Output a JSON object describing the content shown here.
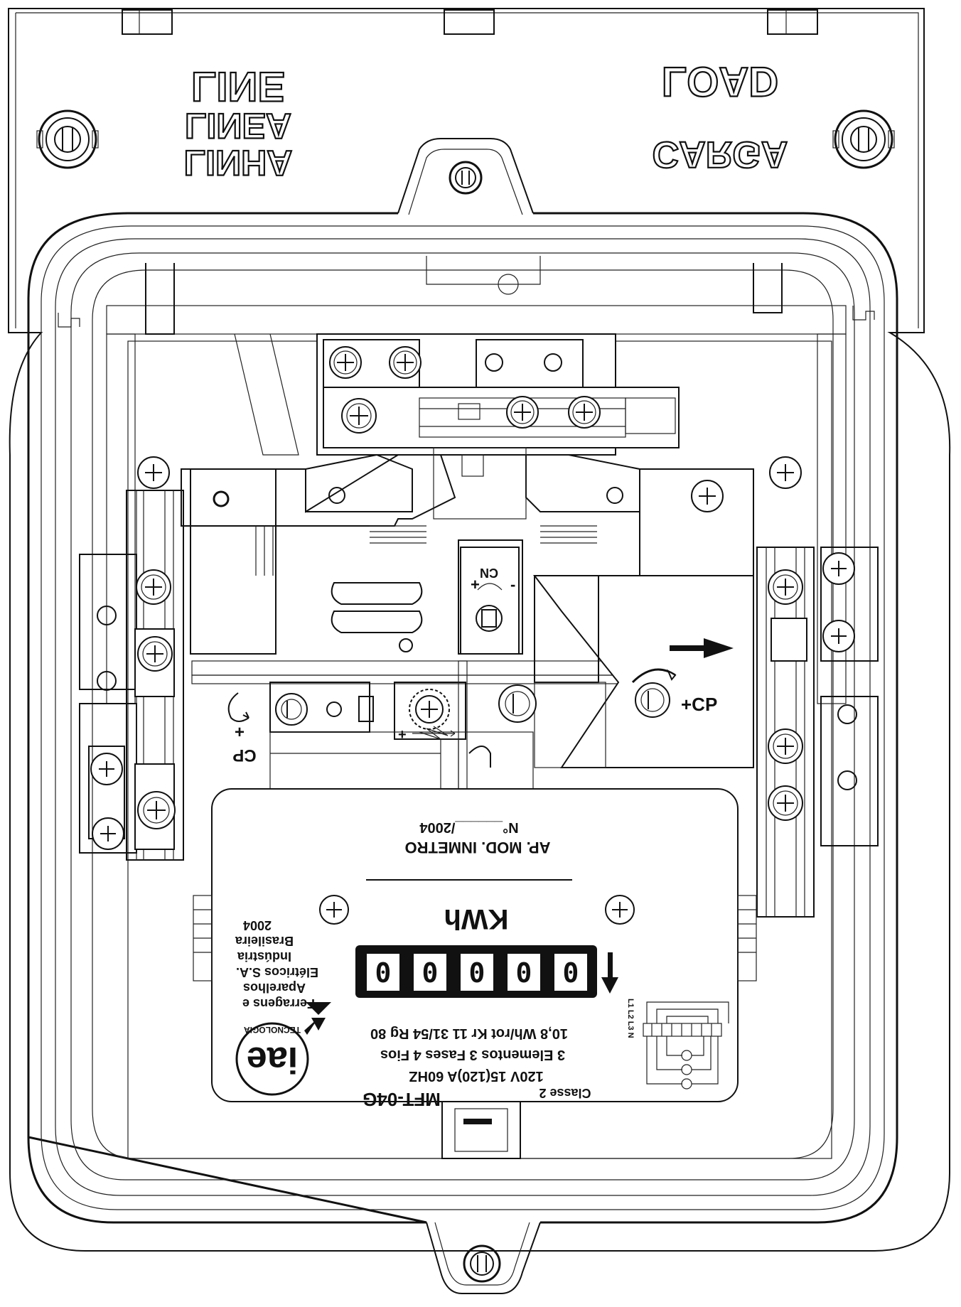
{
  "labels": {
    "line": [
      "LINE",
      "LINEA",
      "LINHA"
    ],
    "load": [
      "LOAD",
      "CARGA"
    ],
    "cp_left": "CP",
    "cp_left_sign": "+",
    "cp_right": "+CP",
    "cn": "CN",
    "cn_plus": "+",
    "cn_minus": "-",
    "spring_plus": "+"
  },
  "nameplate": {
    "approval": "AP. MOD. INMETRO",
    "approval_number": "N°______/2004",
    "unit": "KWh",
    "register_digits": [
      "0",
      "0",
      "0",
      "0",
      "0"
    ],
    "manufacturer": [
      "Ferragens e",
      "Aparelhos",
      "Elétricos S.A.",
      "Indústria",
      "Brasileira",
      "2004"
    ],
    "brand": "iae",
    "brand_sub": "TECNOLOGIA",
    "constants": "10,8 Wh/rot  Kr 11 31/54  Rg 80",
    "elements": "3 Elementos   3 Fases   4 Fios",
    "ratings": "120V         15(120)A    60HZ",
    "model": "MFT-04G",
    "class": "Classe 2",
    "wiring_labels": "L1 L2 L3 N"
  }
}
